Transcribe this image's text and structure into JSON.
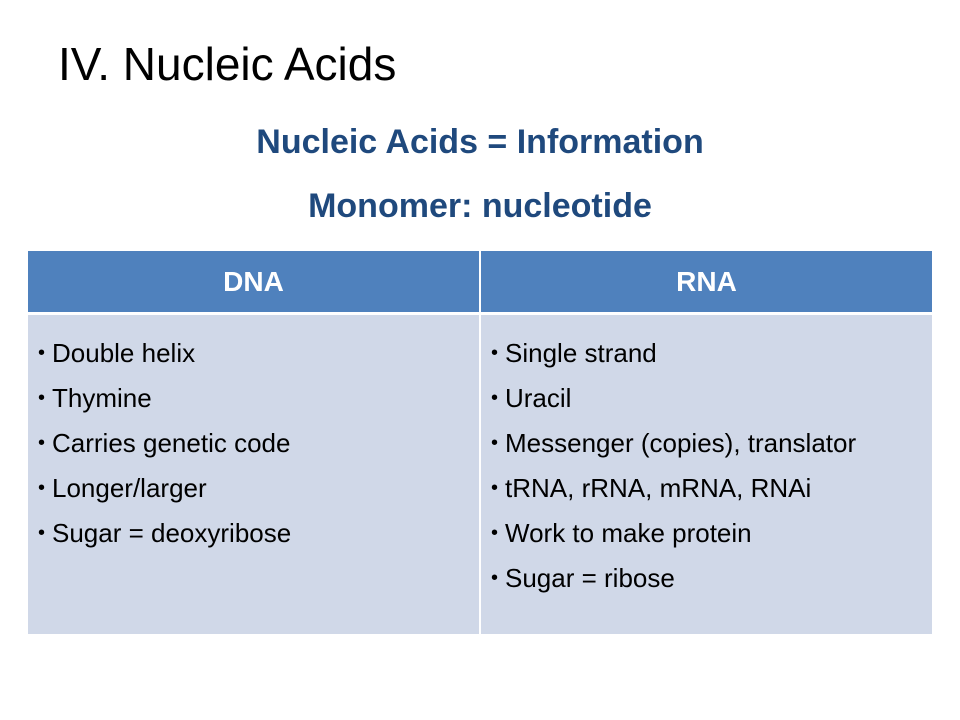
{
  "slide": {
    "title": "IV. Nucleic Acids",
    "subtitle_1": "Nucleic Acids = Information",
    "subtitle_2": "Monomer: nucleotide"
  },
  "table": {
    "headers": [
      "DNA",
      "RNA"
    ],
    "dna_items": [
      "Double helix",
      "Thymine",
      "Carries genetic code",
      "Longer/larger",
      "Sugar = deoxyribose"
    ],
    "rna_items": [
      "Single strand",
      "Uracil",
      "Messenger (copies), translator",
      "tRNA, rRNA, mRNA, RNAi",
      "Work to make protein",
      "Sugar = ribose"
    ],
    "bullet_glyph": "•"
  },
  "colors": {
    "header_bg": "#4f81bd",
    "body_bg": "#d0d8e8",
    "subtitle": "#1f497d"
  }
}
